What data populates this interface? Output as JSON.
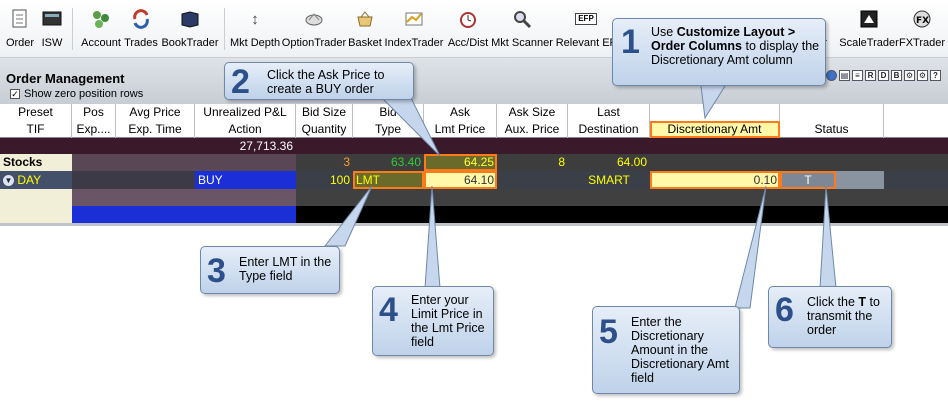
{
  "toolbar": {
    "buttons": [
      {
        "label": "Order",
        "icon": "order-icon"
      },
      {
        "label": "ISW",
        "icon": "isw-icon"
      },
      {
        "label": "Account",
        "icon": "account-icon"
      },
      {
        "label": "Trades",
        "icon": "trades-icon"
      },
      {
        "label": "BookTrader",
        "icon": "booktrader-icon"
      },
      {
        "label": "Mkt Depth",
        "icon": "mkt-depth-icon"
      },
      {
        "label": "OptionTrader",
        "icon": "optiontrader-icon"
      },
      {
        "label": "Basket",
        "icon": "basket-icon"
      },
      {
        "label": "IndexTrader",
        "icon": "indextrader-icon"
      },
      {
        "label": "Acc/Dist",
        "icon": "accdist-icon"
      },
      {
        "label": "Mkt Scanner",
        "icon": "mkt-scanner-icon"
      },
      {
        "label": "Relevant EF",
        "icon": "efp-icon"
      },
      {
        "label": "er",
        "icon": "partial-icon"
      },
      {
        "label": "ScaleTrader",
        "icon": "scaletrader-icon"
      },
      {
        "label": "FXTrader",
        "icon": "fxtrader-icon"
      }
    ],
    "efp_text": "EFP"
  },
  "panel": {
    "title": "Order Management",
    "show_zero_label": "Show zero position rows",
    "mini_tools": [
      "R",
      "D",
      "B"
    ]
  },
  "columns": {
    "row1": [
      "Preset",
      "Pos",
      "Avg Price",
      "Unrealized P&L",
      "Bid Size",
      "Bid",
      "Ask",
      "Ask Size",
      "Last",
      "",
      ""
    ],
    "row2": [
      "TIF",
      "Exp....",
      "Exp. Time",
      "Action",
      "Quantity",
      "Type",
      "Lmt Price",
      "Aux. Price",
      "Destination",
      "Discretionary Amt",
      "Status"
    ]
  },
  "rows": {
    "pnl_total": "27,713.36",
    "stocks": {
      "label": "Stocks",
      "bid_size": "3",
      "bid": "63.40",
      "ask": "64.25",
      "ask_size": "8",
      "last": "64.00"
    },
    "order": {
      "tif": "DAY",
      "action": "BUY",
      "quantity": "100",
      "type": "LMT",
      "lmt_price": "64.10",
      "destination": "SMART",
      "disc_amt": "0.10",
      "status": "T"
    }
  },
  "callouts": {
    "c1": {
      "num": "1",
      "pre": "Use ",
      "bold": "Customize Layout > Order Columns",
      "post": " to display the Discretionary Amt column"
    },
    "c2": {
      "num": "2",
      "text": "Click the Ask Price to create a BUY order"
    },
    "c3": {
      "num": "3",
      "text": "Enter LMT in the Type field"
    },
    "c4": {
      "num": "4",
      "text": "Enter your Limit Price in the Lmt Price field"
    },
    "c5": {
      "num": "5",
      "text": "Enter the Discretionary Amount in the Discretionary Amt field"
    },
    "c6": {
      "num": "6",
      "pre": "Click the ",
      "bold": "T",
      "post": " to transmit the order"
    }
  }
}
